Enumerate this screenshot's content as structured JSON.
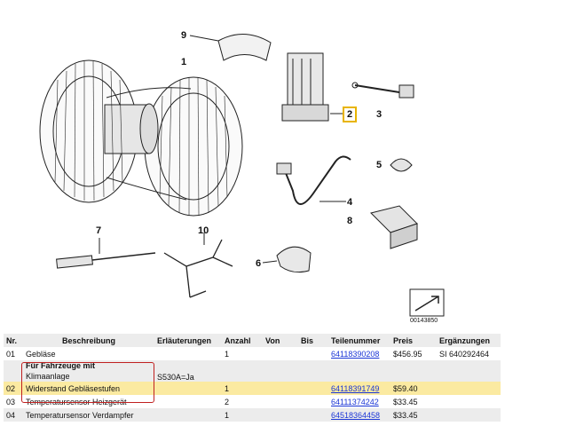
{
  "callouts": [
    "9",
    "1",
    "2",
    "3",
    "5",
    "4",
    "8",
    "7",
    "10",
    "6"
  ],
  "diagram_code": "00143850",
  "table": {
    "headers": [
      "Nr.",
      "Beschreibung",
      "Erläuterungen",
      "Anzahl",
      "Von",
      "Bis",
      "Teilenummer",
      "Preis",
      "Ergänzungen"
    ],
    "rows": [
      {
        "nr": "01",
        "beschreibung": "Gebläse",
        "erlaeuterungen": "",
        "anzahl": "1",
        "von": "",
        "bis": "",
        "teilenummer": "64118390208",
        "preis": "$456.95",
        "ergaenzungen": "SI 640292464"
      },
      {
        "nr": "",
        "beschreibung_bold": "Für Fahrzeuge mit",
        "beschreibung": "Klimaanlage",
        "erlaeuterungen": "S530A=Ja",
        "anzahl": "",
        "von": "",
        "bis": "",
        "teilenummer": "",
        "preis": "",
        "ergaenzungen": ""
      },
      {
        "nr": "02",
        "beschreibung": "Widerstand Gebläsestufen",
        "erlaeuterungen": "",
        "anzahl": "1",
        "von": "",
        "bis": "",
        "teilenummer": "64118391749",
        "preis": "$59.40",
        "ergaenzungen": ""
      },
      {
        "nr": "03",
        "beschreibung": "Temperatursensor Heizgerät",
        "erlaeuterungen": "",
        "anzahl": "2",
        "von": "",
        "bis": "",
        "teilenummer": "64111374242",
        "preis": "$33.45",
        "ergaenzungen": ""
      },
      {
        "nr": "04",
        "beschreibung": "Temperatursensor Verdampfer",
        "erlaeuterungen": "",
        "anzahl": "1",
        "von": "",
        "bis": "",
        "teilenummer": "64518364458",
        "preis": "$33.45",
        "ergaenzungen": ""
      }
    ]
  }
}
